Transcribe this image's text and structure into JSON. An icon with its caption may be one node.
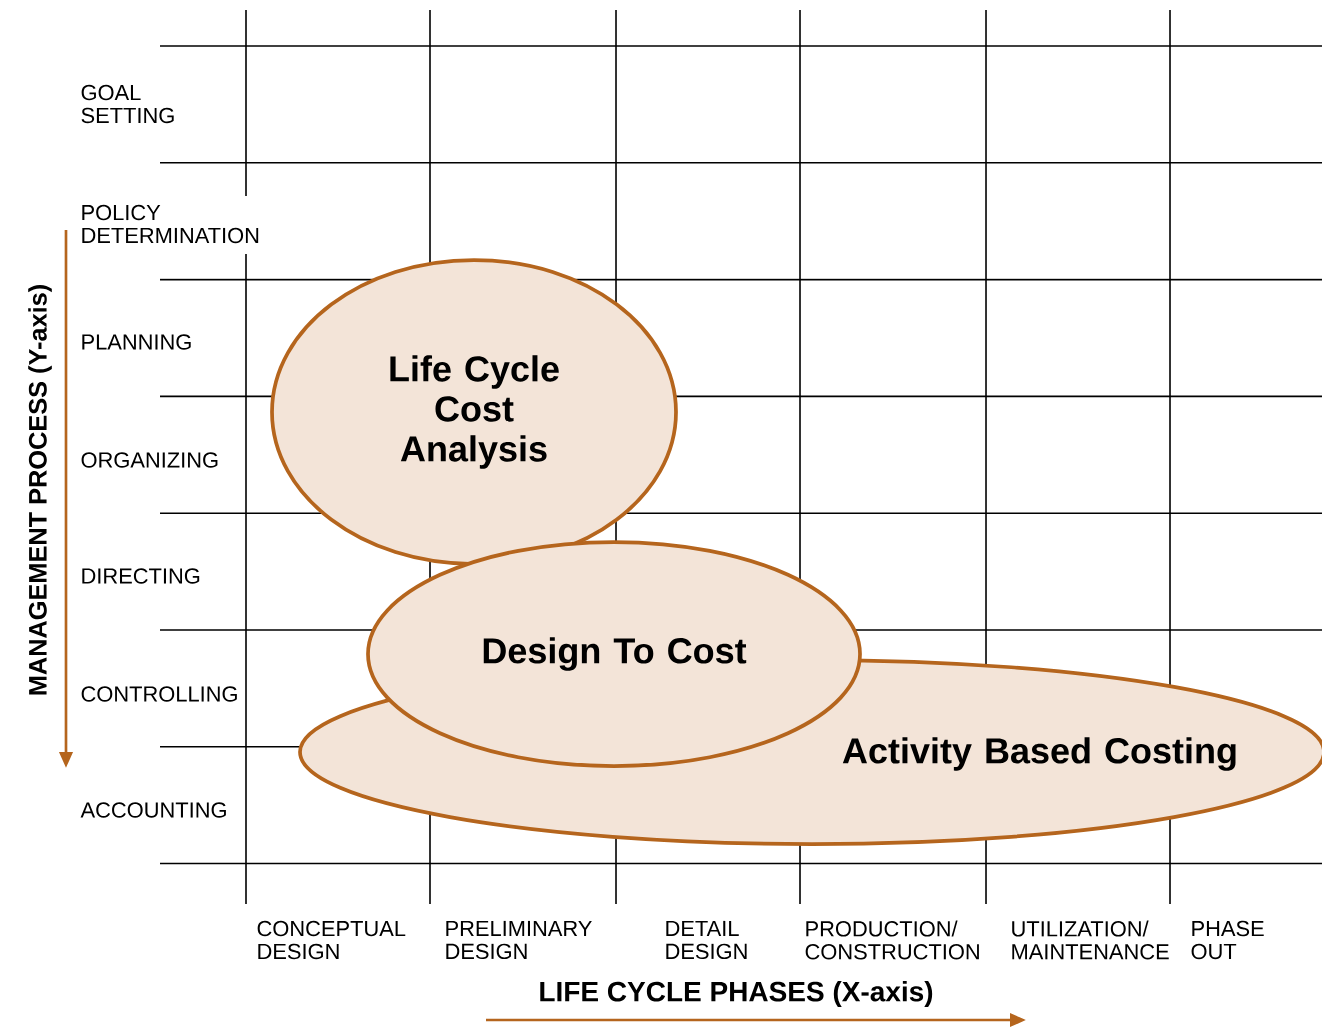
{
  "diagram": {
    "nodes": [
      {
        "text": [
          "Life Cycle Cost Analysis"
        ]
      },
      {
        "text": [
          "Design To Cost"
        ]
      },
      {
        "text": [
          "Activity Based Costing"
        ]
      }
    ],
    "labels": [
      "GOAL SETTING",
      "POLICY DETERMINATION",
      "PLANNING",
      "ORGANIZING",
      "DIRECTING",
      "CONTROLLING",
      "ACCOUNTING",
      "MANAGEMENT PROCESS (Y-axis)",
      "CONCEPTUAL DESIGN",
      "PRELIMINARY DESIGN",
      "DETAIL DESIGN",
      "PRODUCTION/ CONSTRUCTION",
      "UTILIZATION/ MAINTENANCE",
      "PHASE OUT",
      "LIFE CYCLE PHASES (X-axis)"
    ]
  }
}
